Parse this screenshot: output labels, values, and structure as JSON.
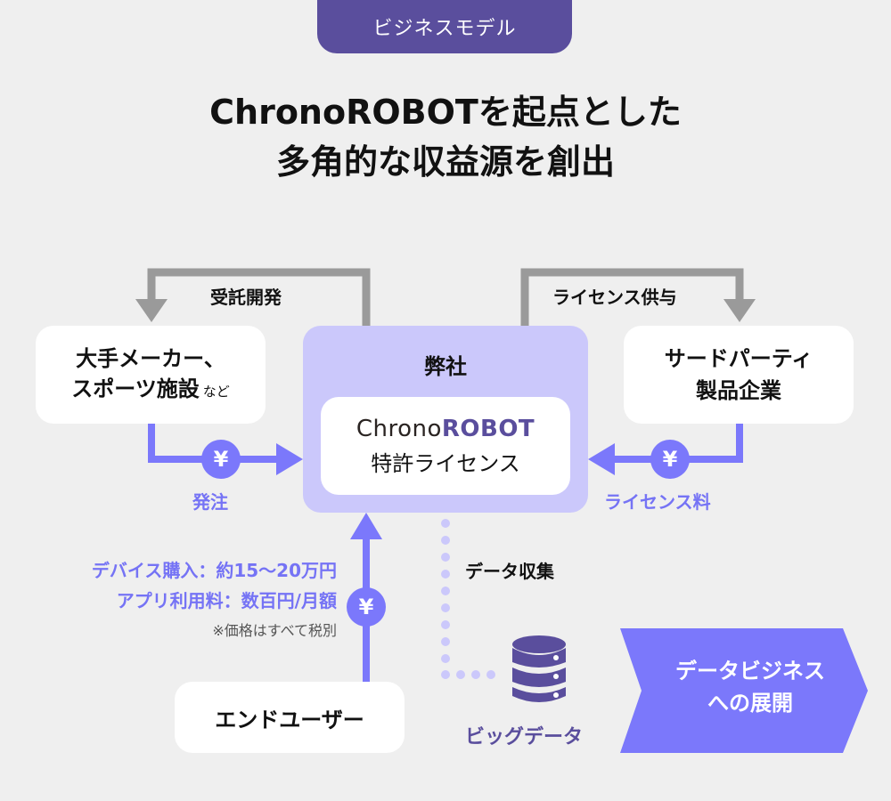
{
  "badge": "ビジネスモデル",
  "title": {
    "line1": "ChronoROBOTを起点とした",
    "line2": "多角的な収益源を創出"
  },
  "company": {
    "label": "弊社",
    "logo_part1": "Chrono",
    "logo_part2": "ROBOT",
    "product": "特許ライセンス"
  },
  "left_node": {
    "line1": "大手メーカー、",
    "line2": "スポーツ施設",
    "suffix": "など"
  },
  "right_node": {
    "line1": "サードパーティ",
    "line2": "製品企業"
  },
  "end_user": "エンドユーザー",
  "flows": {
    "contract_dev": "受託開発",
    "license_grant": "ライセンス供与",
    "order": "発注",
    "license_fee": "ライセンス料",
    "data_collection": "データ収集",
    "yen_symbol": "¥"
  },
  "pricing": {
    "device": "デバイス購入：約15〜20万円",
    "app": "アプリ利用料：数百円/月額",
    "note": "※価格はすべて税別"
  },
  "bigdata": {
    "label": "ビッグデータ",
    "icon": "database-icon"
  },
  "data_business": {
    "line1": "データビジネス",
    "line2": "への展開"
  },
  "colors": {
    "badge": "#5a4e9d",
    "money_flow": "#7b78fb",
    "gray_flow": "#9a9a9a",
    "company_bg": "#cbc8fb",
    "background": "#efefef"
  }
}
